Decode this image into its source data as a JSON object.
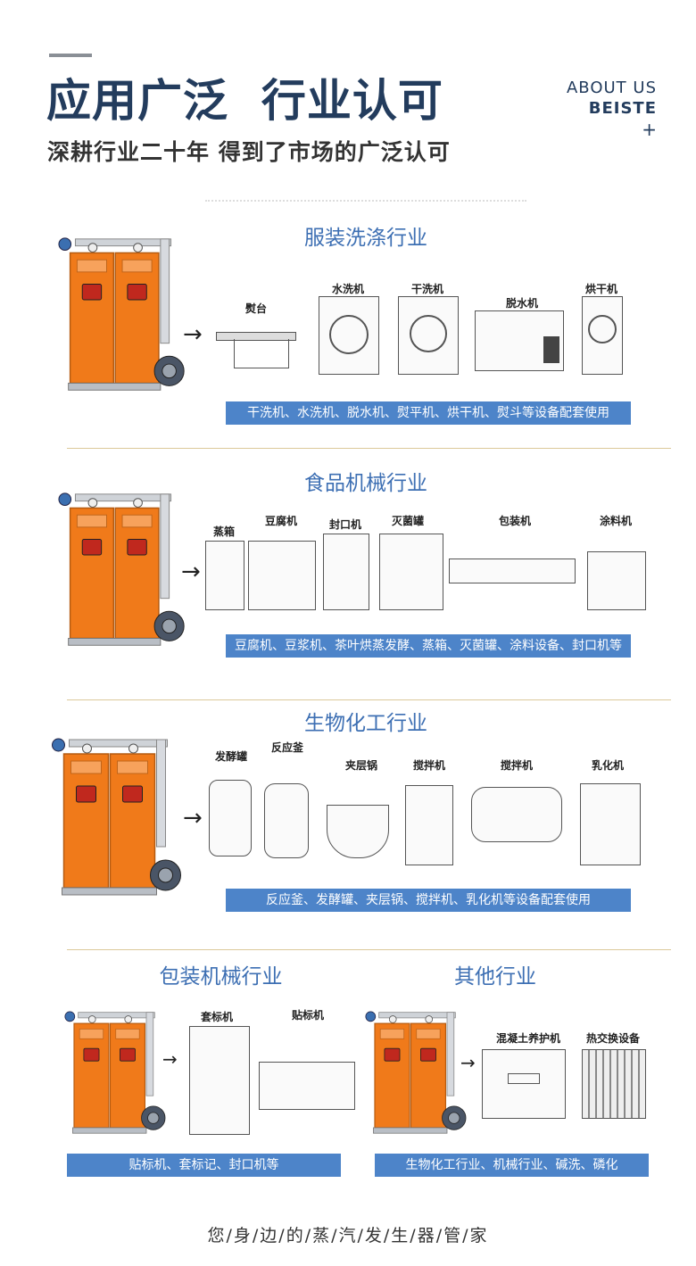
{
  "header": {
    "title": "应用广泛  行业认可",
    "subtitle": "深耕行业二十年  得到了市场的广泛认可",
    "about_line1": "ABOUT US",
    "about_line2": "BEISTE",
    "about_line3": "+"
  },
  "sections": {
    "clothing": {
      "title": "服装洗涤行业",
      "caption": "干洗机、水洗机、脱水机、熨平机、烘干机、熨斗等设备配套使用",
      "equipment": [
        "熨台",
        "水洗机",
        "干洗机",
        "脱水机",
        "烘干机"
      ]
    },
    "food": {
      "title": "食品机械行业",
      "caption": "豆腐机、豆浆机、茶叶烘蒸发酵、蒸箱、灭菌罐、涂料设备、封口机等",
      "equipment": [
        "蒸箱",
        "豆腐机",
        "封口机",
        "灭菌罐",
        "包装机",
        "涂料机"
      ]
    },
    "biochem": {
      "title": "生物化工行业",
      "caption": "反应釜、发酵罐、夹层锅、搅拌机、乳化机等设备配套使用",
      "equipment": [
        "发酵罐",
        "反应釜",
        "夹层锅",
        "搅拌机",
        "搅拌机",
        "乳化机"
      ]
    },
    "packaging": {
      "title": "包装机械行业",
      "caption": "贴标机、套标记、封口机等",
      "equipment": [
        "套标机",
        "贴标机"
      ]
    },
    "other": {
      "title": "其他行业",
      "caption": "生物化工行业、机械行业、碱洗、磷化",
      "equipment": [
        "混凝土养护机",
        "热交换设备"
      ]
    }
  },
  "footer": {
    "slogan": "您/身/边/的/蒸/汽/发/生/器/管/家"
  },
  "colors": {
    "title": "#233c5d",
    "accent": "#3d6fb3",
    "caption_bg": "#4d84c9",
    "boiler": "#f07a1a",
    "divider": "#dcc99a"
  }
}
